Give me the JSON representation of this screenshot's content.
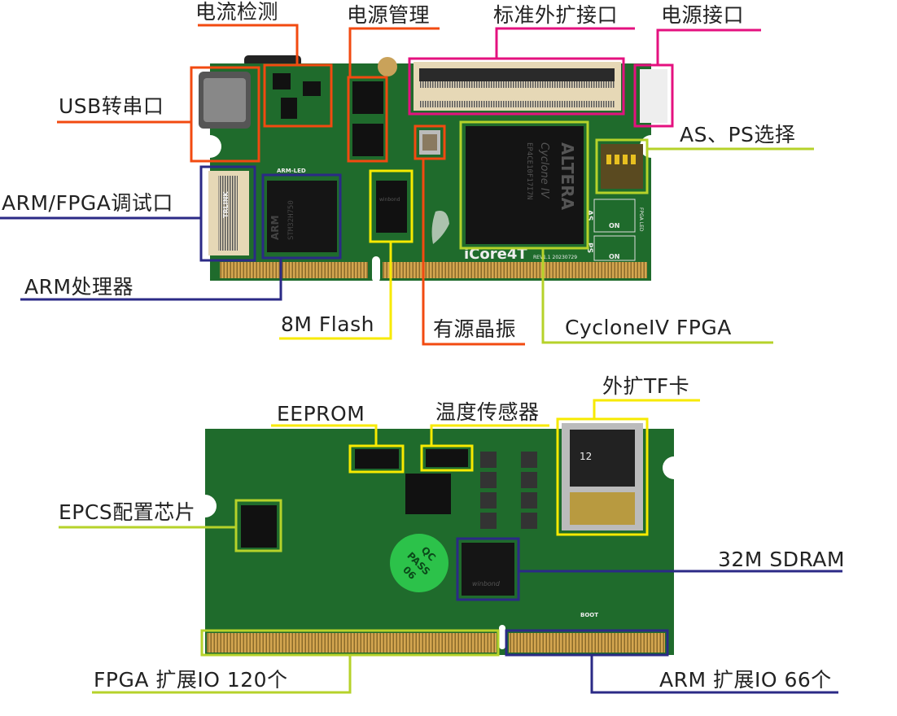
{
  "colors": {
    "orange": "#f24a10",
    "magenta": "#e4117f",
    "lime": "#b6d22a",
    "navy": "#2b2a86",
    "yellow": "#f7ea00",
    "board": "#1f6b2c",
    "gold": "#b8893a"
  },
  "top_board": {
    "silkscreen": {
      "brand": "iCore4T",
      "rev": "REV1.1 20230729",
      "arm_led": "ARM-LED",
      "trlink": "TRLINK",
      "as": "AS",
      "ps": "PS",
      "on": "ON",
      "fpga_led": "FPGA LED"
    },
    "fpga_chip": {
      "brand": "ALTERA",
      "family": "Cyclone IV",
      "part": "EP4CE10F17I7N"
    },
    "arm_chip": {
      "brand": "ARM",
      "part": "STM32H750"
    },
    "flash_chip": {
      "brand": "winbond"
    }
  },
  "bottom_board": {
    "silkscreen": {
      "qc": "QC",
      "pass": "PASS",
      "num": "06",
      "boot": "BOOT",
      "sdram_brand": "winbond",
      "tf": "12"
    }
  },
  "labels": {
    "current_sense": "电流检测",
    "power_mgmt": "电源管理",
    "std_expansion": "标准外扩接口",
    "power_port": "电源接口",
    "usb_uart": "USB转串口",
    "as_ps_select": "AS、PS选择",
    "debug_port": "ARM/FPGA调试口",
    "arm_cpu": "ARM处理器",
    "flash": "8M Flash",
    "oscillator": "有源晶振",
    "fpga": "CycloneIV FPGA",
    "eeprom": "EEPROM",
    "temp_sensor": "温度传感器",
    "tf_card": "外扩TF卡",
    "epcs": "EPCS配置芯片",
    "sdram": "32M SDRAM",
    "fpga_io": "FPGA 扩展IO 120个",
    "arm_io": "ARM 扩展IO 66个"
  }
}
